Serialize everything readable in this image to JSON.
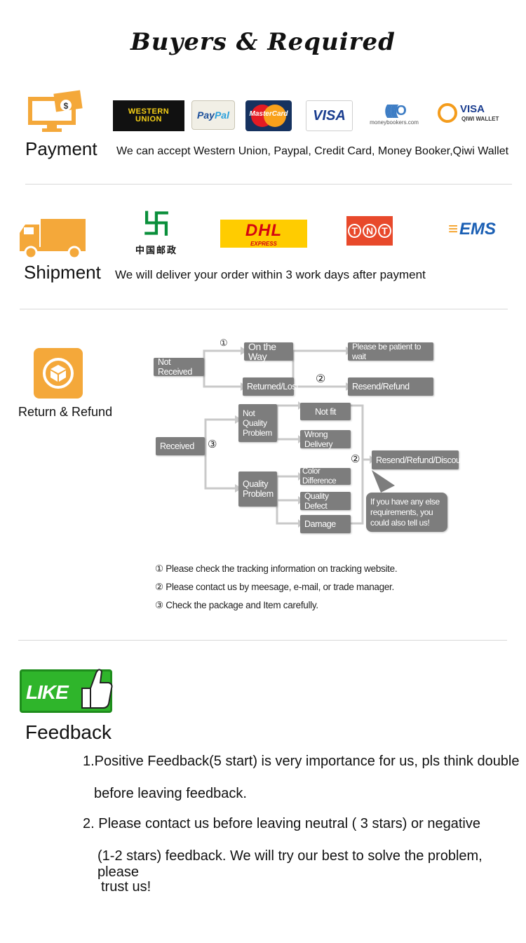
{
  "title": "Buyers & Required",
  "payment": {
    "label": "Payment",
    "text": "We can accept Western Union, Paypal, Credit Card, Money Booker,Qiwi Wallet",
    "logos": {
      "western_union": [
        "WESTERN",
        "UNION"
      ],
      "paypal": [
        "Pay",
        "Pal"
      ],
      "mastercard": "MasterCard",
      "visa": "VISA",
      "moneybookers": "moneybookers.com",
      "qiwi": [
        "VISA",
        "QIWI WALLET"
      ]
    },
    "colors": {
      "icon": "#f4a83a"
    }
  },
  "shipment": {
    "label": "Shipment",
    "text": "We will deliver your order within 3 work days after payment",
    "logos": {
      "china_post": "中国邮政",
      "dhl": [
        "DHL",
        "EXPRESS"
      ],
      "tnt": [
        "T",
        "N",
        "T"
      ],
      "ems": "EMS"
    }
  },
  "refund": {
    "label": "Return & Refund",
    "flow": {
      "not_received": "Not Received",
      "on_the_way": "On the Way",
      "be_patient": "Please be patient to wait",
      "returned_lost": "Returned/Lost",
      "resend_refund": "Resend/Refund",
      "received": "Received",
      "not_quality": "Not Quality Problem",
      "quality": "Quality Problem",
      "not_fit": "Not fit",
      "wrong_delivery": "Wrong Delivery",
      "color_diff": "Color Difference",
      "quality_defect": "Quality Defect",
      "damage": "Damage",
      "resend_refund_discount": "Resend/Refund/Discount",
      "else_req": "If you have any else requirements, you could also tell us!",
      "c1": "①",
      "c2": "②",
      "c3": "③"
    },
    "notes": [
      "① Please check the tracking information on tracking website.",
      "② Please contact us by meesage, e-mail, or trade manager.",
      "③ Check the package and Item carefully."
    ]
  },
  "feedback": {
    "label": "Feedback",
    "like_badge": "LIKE",
    "lines": [
      "1.Positive Feedback(5 start) is very importance for us, pls think double",
      "before leaving feedback.",
      "2. Please contact us before leaving  neutral ( 3 stars) or negative",
      "(1-2 stars) feedback. We will try our best to solve the problem, please",
      "trust us!"
    ]
  }
}
